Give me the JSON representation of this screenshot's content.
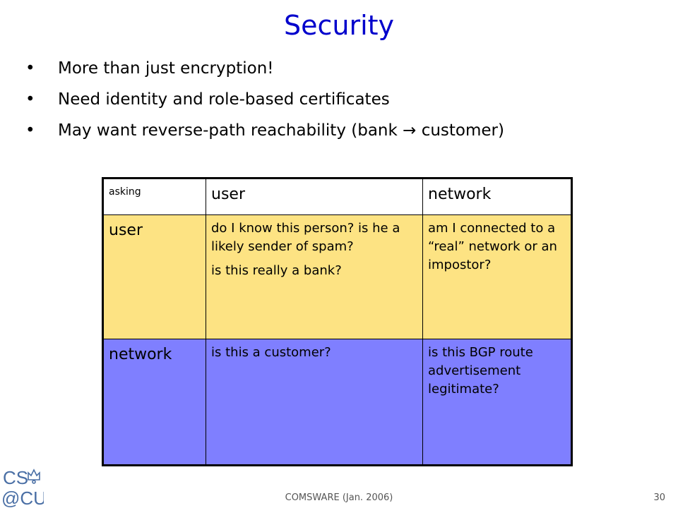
{
  "slide": {
    "title": "Security",
    "bullets": [
      "More than just encryption!",
      "Need identity and role-based certificates",
      "May want reverse-path reachability (bank → customer)"
    ],
    "bullet_glyph": "•"
  },
  "table": {
    "corner": "asking",
    "col_headers": [
      "user",
      "network"
    ],
    "rows": [
      {
        "header": "user",
        "cells": [
          [
            "do I know this person? is he a likely sender of spam?",
            "is this really a bank?"
          ],
          [
            "am I connected to a “real” network or an impostor?"
          ]
        ]
      },
      {
        "header": "network",
        "cells": [
          [
            "is this a customer?"
          ],
          [
            "is this BGP route advertisement legitimate?"
          ]
        ]
      }
    ],
    "colors": {
      "row_user": "#fde383",
      "row_network": "#7f7fff"
    }
  },
  "footer": {
    "logo_top": "CS",
    "logo_bottom": "@CU",
    "center": "COMSWARE (Jan. 2006)",
    "page_number": "30"
  }
}
